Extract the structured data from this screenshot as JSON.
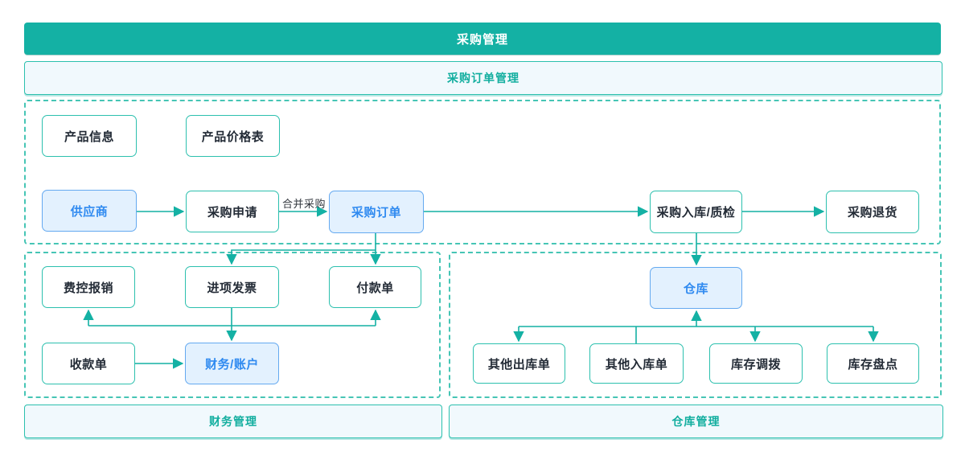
{
  "header": {
    "title": "采购管理"
  },
  "sub_header": {
    "title": "采购订单管理"
  },
  "sections": {
    "finance": {
      "label": "财务管理"
    },
    "warehouse": {
      "label": "仓库管理"
    }
  },
  "edge_labels": {
    "merge_purchase": "合并采购"
  },
  "nodes": {
    "product_info": {
      "label": "产品信息"
    },
    "product_price": {
      "label": "产品价格表"
    },
    "supplier": {
      "label": "供应商"
    },
    "purchase_request": {
      "label": "采购申请"
    },
    "purchase_order": {
      "label": "采购订单"
    },
    "purchase_inbound_qc": {
      "label": "采购入库/质检"
    },
    "purchase_return": {
      "label": "采购退货"
    },
    "expense_reimburse": {
      "label": "费控报销"
    },
    "input_invoice": {
      "label": "进项发票"
    },
    "payment_slip": {
      "label": "付款单"
    },
    "receipt_slip": {
      "label": "收款单"
    },
    "finance_account": {
      "label": "财务/账户"
    },
    "warehouse": {
      "label": "仓库"
    },
    "other_outbound": {
      "label": "其他出库单"
    },
    "other_inbound": {
      "label": "其他入库单"
    },
    "inventory_transfer": {
      "label": "库存调拨"
    },
    "inventory_count": {
      "label": "库存盘点"
    }
  },
  "colors": {
    "teal": "#14b1a4",
    "teal_border": "#2cc0ae",
    "teal_dash": "#46c5b5",
    "teal_text": "#12ae9f",
    "blue_border": "#64a9f0",
    "blue_fill": "#e3f1fe",
    "blue_text": "#2f8af0",
    "dark_text": "#232b36",
    "light_bar_bg": "#f1f9fd"
  }
}
